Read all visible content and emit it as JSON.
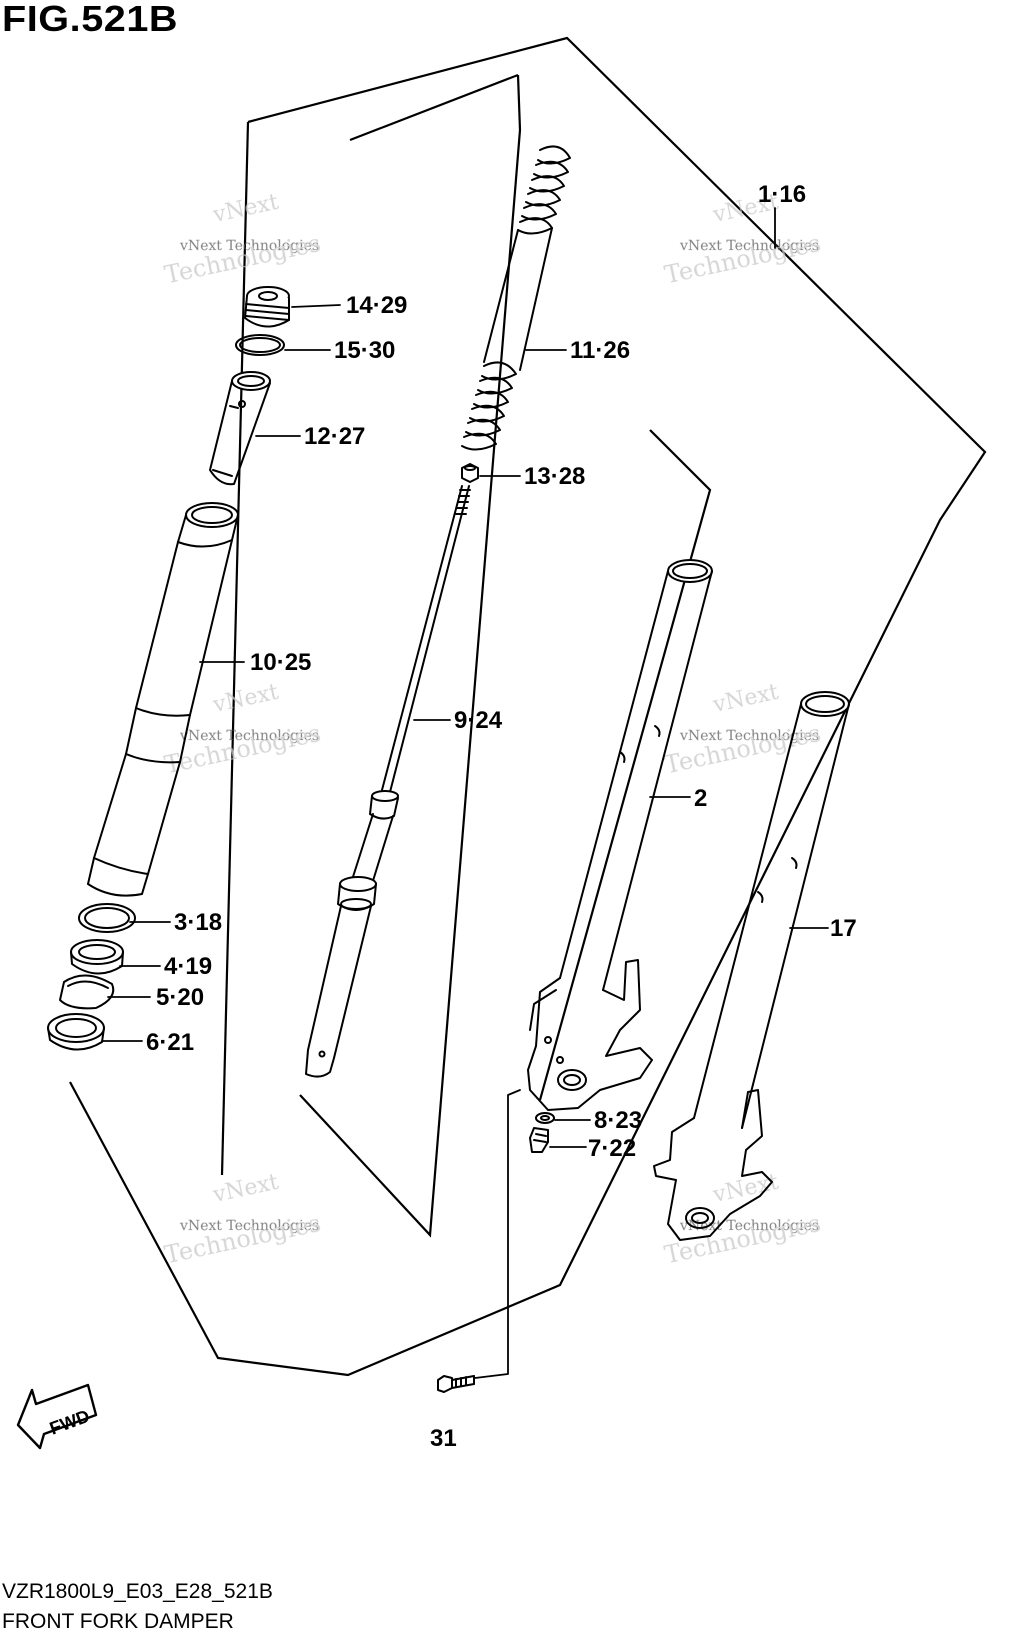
{
  "figure": {
    "title": "FIG.521B",
    "footer_code": "VZR1800L9_E03_E28_521B",
    "footer_name": "FRONT FORK DAMPER"
  },
  "watermark": {
    "line1": "vNext",
    "line2": "vNext Technologies",
    "line3": "Technologies"
  },
  "fwd_label": "FWD",
  "callouts": {
    "c1_16": "1·16",
    "c14_29": "14·29",
    "c15_30": "15·30",
    "c11_26": "11·26",
    "c12_27": "12·27",
    "c13_28": "13·28",
    "c10_25": "10·25",
    "c9_24": "9·24",
    "c2": "2",
    "c3_18": "3·18",
    "c17": "17",
    "c4_19": "4·19",
    "c5_20": "5·20",
    "c6_21": "6·21",
    "c8_23": "8·23",
    "c7_22": "7·22",
    "c31": "31"
  }
}
